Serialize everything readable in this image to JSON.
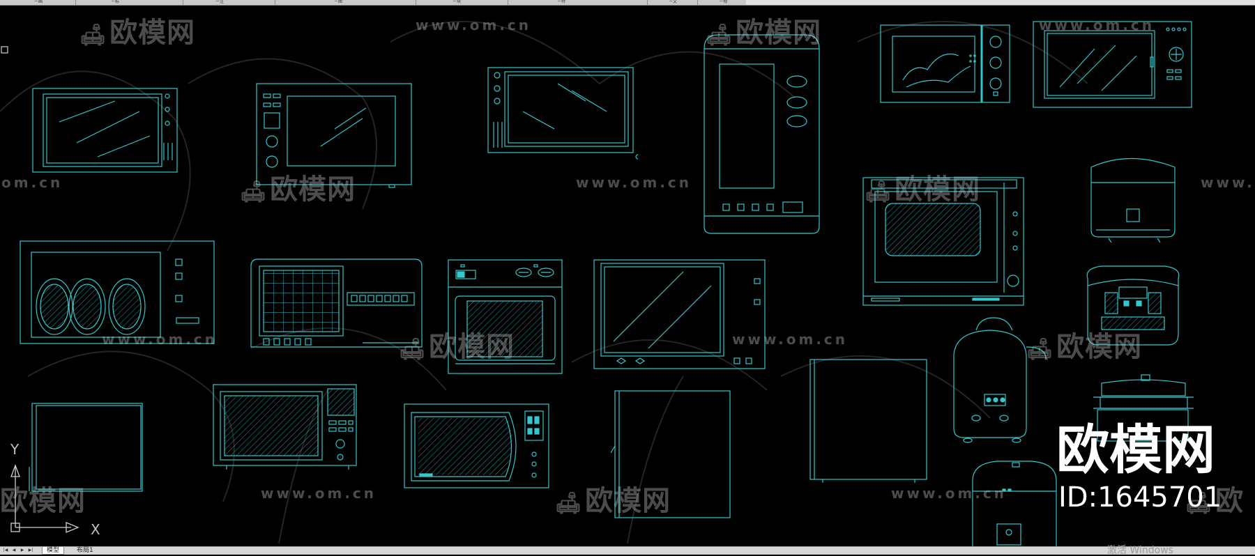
{
  "watermark": {
    "brand": "欧模网",
    "url": "www.om.cn",
    "big_brand": "欧模网",
    "id_text": "ID:1645701"
  },
  "toolbar": {
    "tabs": [
      "ㄧ画",
      "ㄧ标",
      "ㄧ注",
      "ㄧ图",
      "ㄧ块",
      "ㄧ特",
      "ㄧ文",
      "ㄧ修"
    ]
  },
  "ucs": {
    "y_label": "Y",
    "x_label": "X"
  },
  "layout_tabs": {
    "model": "模型",
    "layout1": "布局1"
  },
  "nav": {
    "first": "|◀",
    "prev": "◀",
    "next": "▶",
    "last": "▶|"
  },
  "status": {
    "activate": "激活 Windows"
  },
  "colors": {
    "line": "#36c6cc",
    "background": "#000000",
    "watermark": "#c8c8c8"
  }
}
